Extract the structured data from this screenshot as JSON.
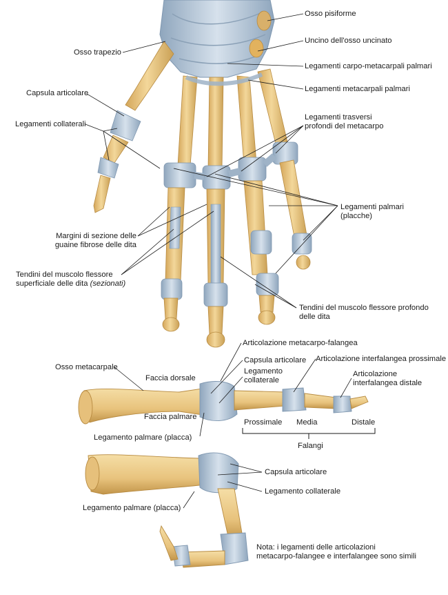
{
  "labels": {
    "osso_pisiforme": "Osso pisiforme",
    "uncino": "Uncino dell'osso uncinato",
    "osso_trapezio": "Osso trapezio",
    "leg_carpo_metacarpali": "Legamenti carpo-metacarpali palmari",
    "leg_metacarpali": "Legamenti metacarpali palmari",
    "capsula_articolare_top": "Capsula articolare",
    "legamenti_collaterali": "Legamenti collaterali",
    "leg_trasversi_1": "Legamenti trasversi",
    "leg_trasversi_2": "profondi del metacarpo",
    "leg_palmari_1": "Legamenti palmari",
    "leg_palmari_2": "(placche)",
    "margini_1": "Margini di sezione delle",
    "margini_2": "guaine fibrose delle dita",
    "tendini_sup_1": "Tendini del muscolo flessore",
    "tendini_sup_2a": "superficiale delle dita ",
    "tendini_sup_2b": "(sezionati)",
    "tendini_prof_1": "Tendini del muscolo flessore profondo",
    "tendini_prof_2": "delle dita",
    "art_mcf": "Articolazione metacarpo-falangea",
    "osso_metacarpale": "Osso metacarpale",
    "capsula_articolare_mid": "Capsula articolare",
    "art_ifp": "Articolazione interfalangea prossimale",
    "faccia_dorsale": "Faccia dorsale",
    "leg_collaterale_mid_1": "Legamento",
    "leg_collaterale_mid_2": "collaterale",
    "art_ifd_1": "Articolazione",
    "art_ifd_2": "interfalangea distale",
    "faccia_palmare": "Faccia palmare",
    "prossimale": "Prossimale",
    "media": "Media",
    "distale": "Distale",
    "leg_palmare_placca_mid": "Legamento palmare (placca)",
    "falangi": "Falangi",
    "capsula_articolare_bot": "Capsula articolare",
    "leg_collaterale_bot": "Legamento collaterale",
    "leg_palmare_placca_bot": "Legamento palmare (placca)",
    "nota_1": "Nota: i legamenti delle articolazioni",
    "nota_2": "metacarpo-falangee e interfalangee sono simili"
  },
  "colors": {
    "bone": "#e9c57f",
    "bone_dark": "#c99a47",
    "bone_light": "#f6e2b2",
    "ligament": "#b9cadb",
    "ligament_dark": "#7f97b0",
    "leader": "#1a1a1a"
  }
}
